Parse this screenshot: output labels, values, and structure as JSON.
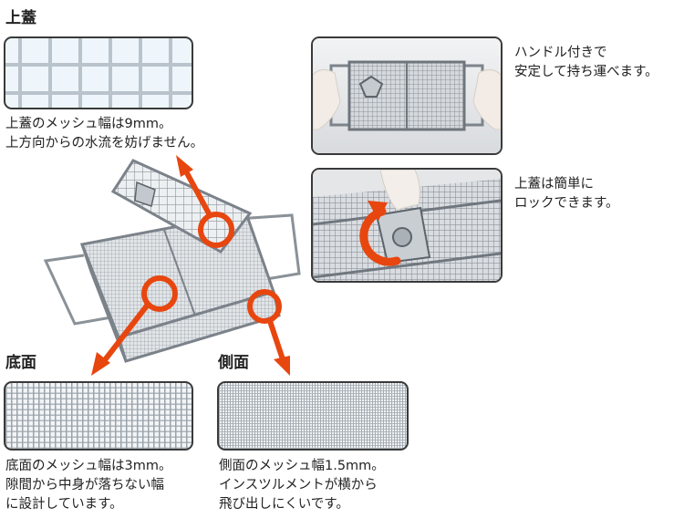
{
  "lid": {
    "heading": "上蓋",
    "caption_lines": [
      "上蓋のメッシュ幅は9mm。",
      "上方向からの水流を妨げません。"
    ]
  },
  "bottom": {
    "heading": "底面",
    "caption_lines": [
      "底面のメッシュ幅は3mm。",
      "隙間から中身が落ちない幅",
      "に設計しています。"
    ]
  },
  "side": {
    "heading": "側面",
    "caption_lines": [
      "側面のメッシュ幅1.5mm。",
      "インスツルメントが横から",
      "飛び出しにくいです。"
    ]
  },
  "handle_feature": {
    "caption_lines": [
      "ハンドル付きで",
      "安定して持ち運べます。"
    ]
  },
  "lock_feature": {
    "caption_lines": [
      "上蓋は簡単に",
      "ロックできます。"
    ]
  },
  "colors": {
    "accent": "#e8460f",
    "frame": "#3a3a3a",
    "steel": "#9aa1a8"
  }
}
